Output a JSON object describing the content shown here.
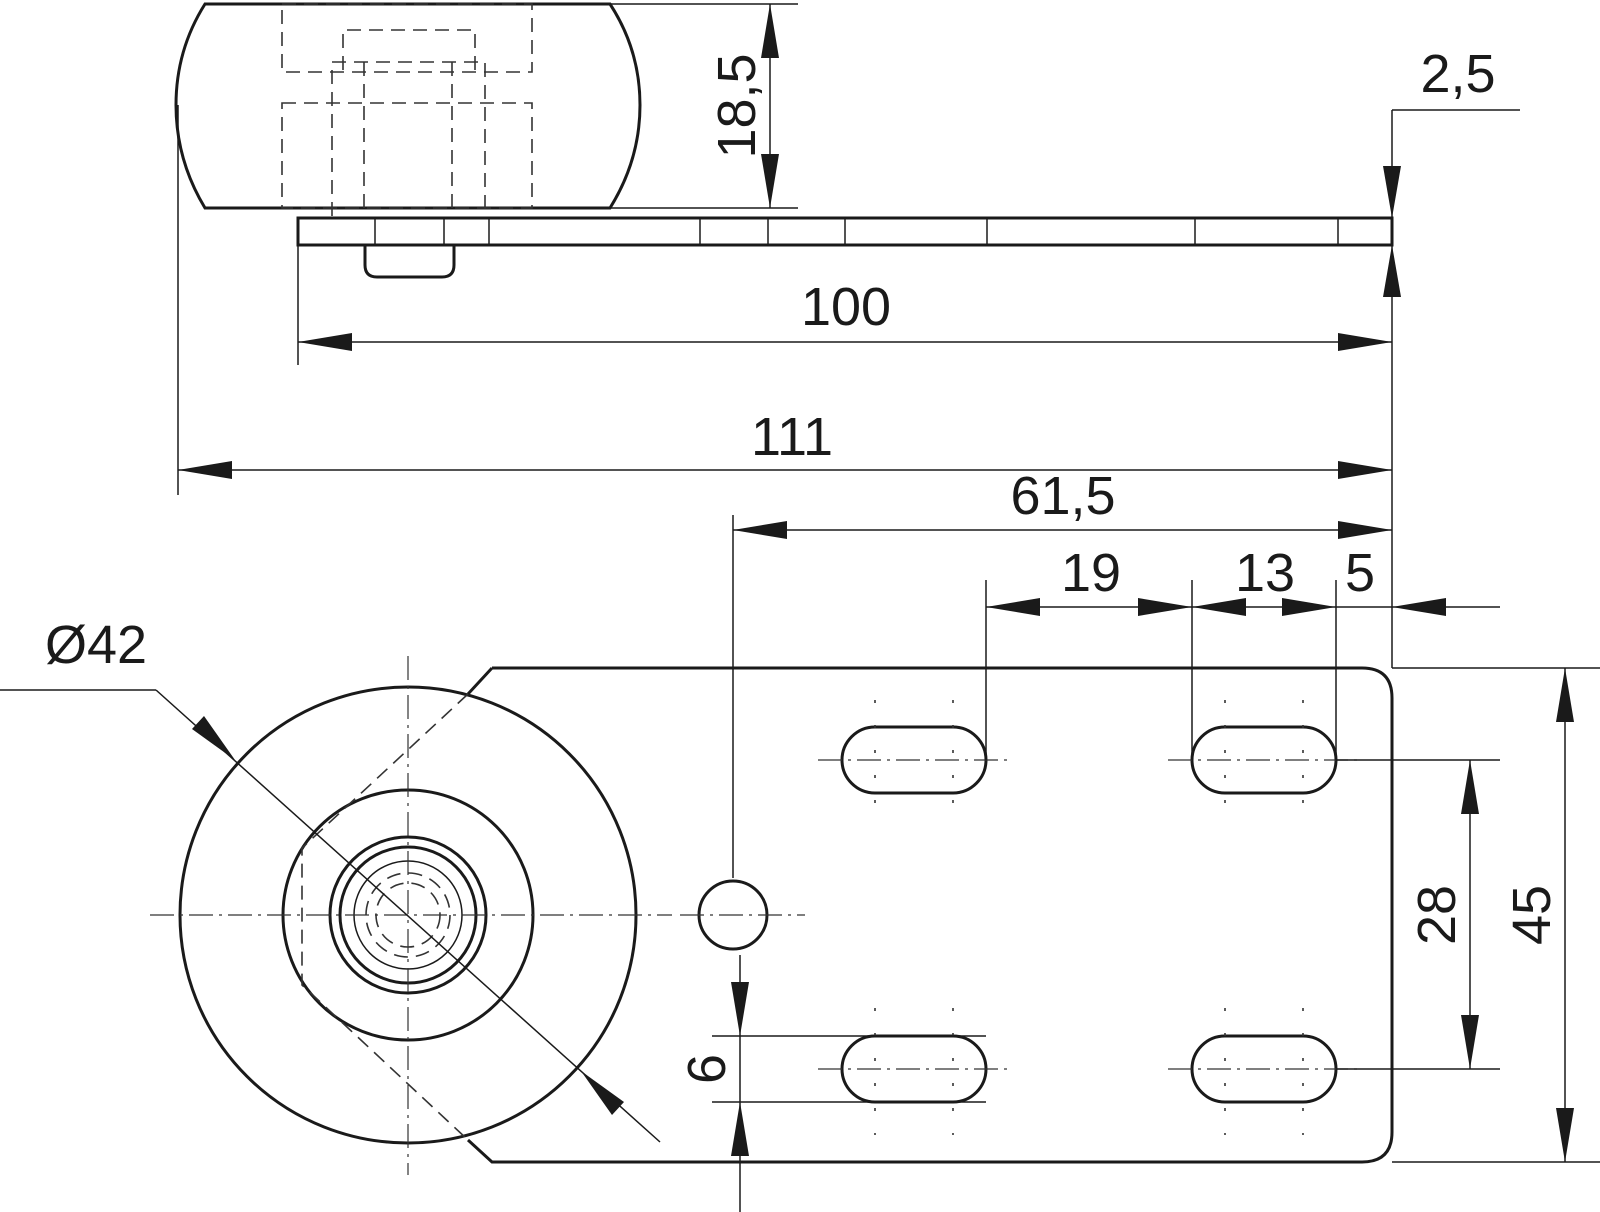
{
  "drawing": {
    "dimensions": {
      "height_roller": "18,5",
      "plate_thickness": "2,5",
      "plate_length": "100",
      "overall_length": "111",
      "hole_to_end": "61,5",
      "slot_spacing": "19",
      "slot_length": "13",
      "end_offset": "5",
      "wheel_diameter": "Ø42",
      "slot_width": "6",
      "slot_pitch": "28",
      "plate_width": "45"
    },
    "stroke_color": "#1a1a1a",
    "background": "#ffffff"
  }
}
